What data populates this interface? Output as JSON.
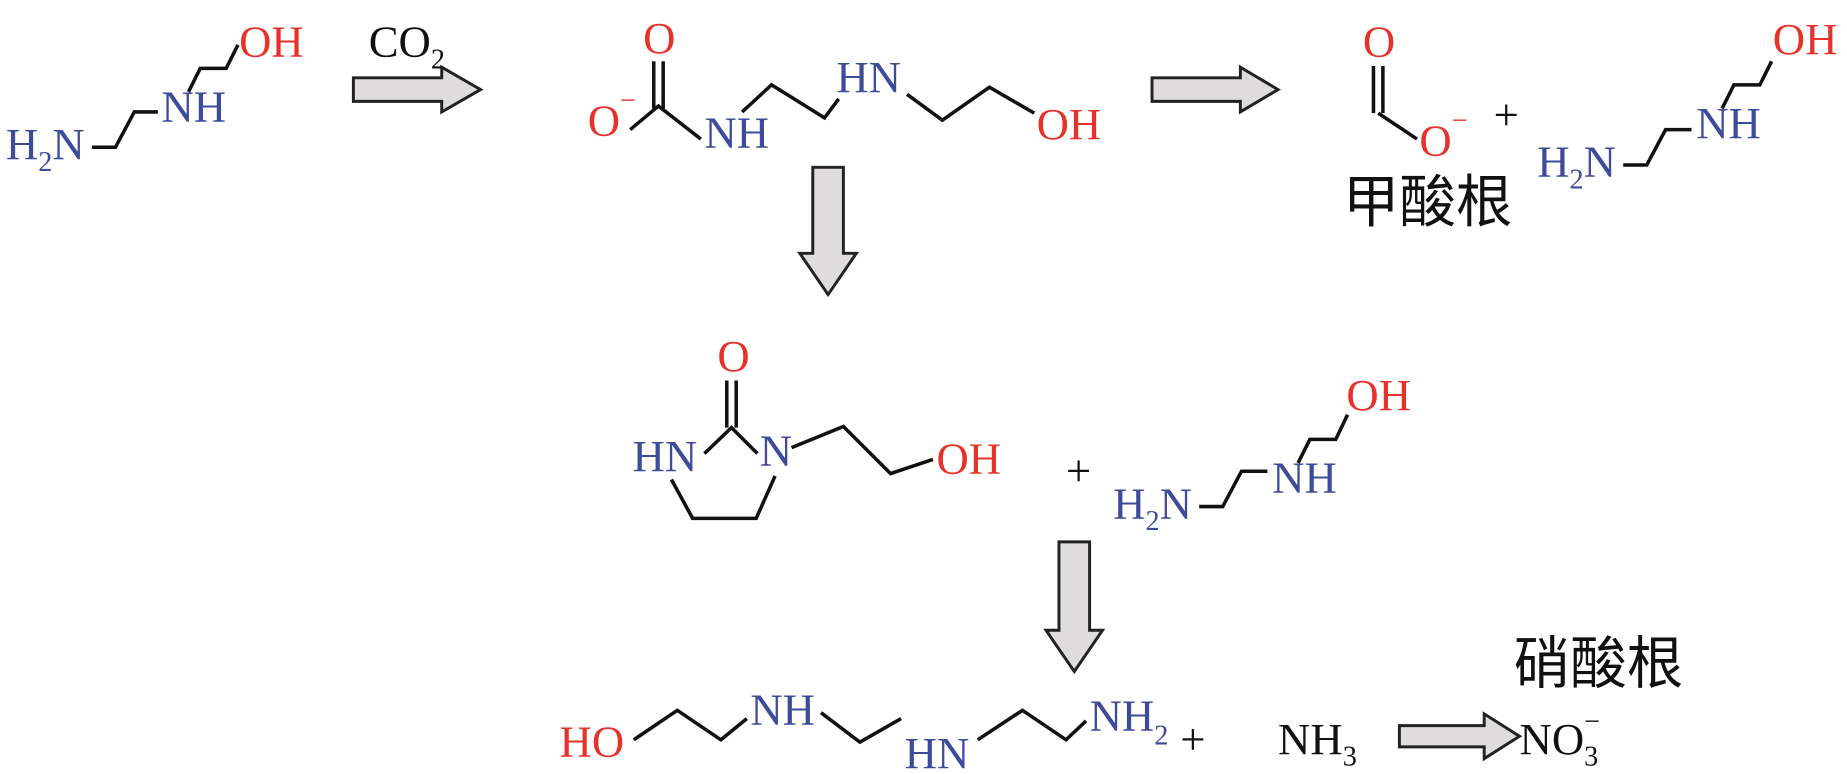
{
  "colors": {
    "nitrogen": "#3e4b9b",
    "oxygen": "#e6322b",
    "arrow_fill": "#dedcdc"
  },
  "reagent": {
    "label": "CO",
    "sub": "2"
  },
  "atoms": {
    "OH": "OH",
    "HO": "HO",
    "NH": "NH",
    "HN": "HN",
    "N": "N",
    "O": "O",
    "H": "H",
    "H2N_sub": "2",
    "minus": "−",
    "plus": "+"
  },
  "products": {
    "formate_label": "甲酸根",
    "nitrate_label": "硝酸根",
    "ammonia": {
      "main": "NH",
      "sub": "3"
    },
    "nitrate": {
      "main": "NO",
      "sub": "3",
      "charge": "−"
    },
    "amine_end": {
      "main": "NH",
      "sub": "2"
    }
  }
}
